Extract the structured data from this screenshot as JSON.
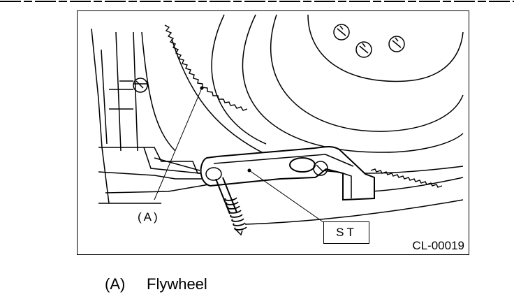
{
  "figure": {
    "callout_a": "(A)",
    "tool_label": "ST",
    "figure_code": "CL-00019"
  },
  "legend": {
    "key": "(A)",
    "label": "Flywheel"
  },
  "colors": {
    "ink": "#000000",
    "background": "#ffffff"
  }
}
